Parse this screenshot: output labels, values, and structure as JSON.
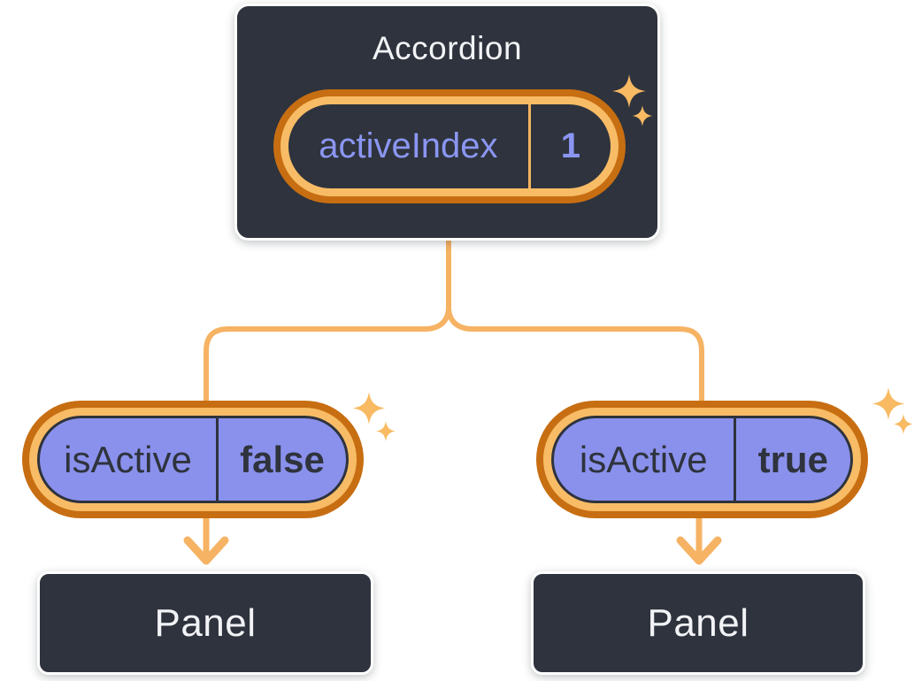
{
  "root_component": {
    "title": "Accordion",
    "state_name": "activeIndex",
    "state_value": "1"
  },
  "children": {
    "left": {
      "prop_name": "isActive",
      "prop_value": "false",
      "panel_label": "Panel"
    },
    "right": {
      "prop_name": "isActive",
      "prop_value": "true",
      "panel_label": "Panel"
    }
  },
  "icons": {
    "sparkle": "sparkle-icon"
  },
  "colors": {
    "dark_slate": "#2E333D",
    "box_border": "#FFFFFF",
    "purple_fill": "#8A91EC",
    "purple_text": "#8B96F2",
    "ring_outer_orange": "#C76E12",
    "ring_inner_orange": "#F8BC66",
    "connector_orange": "#F6B364",
    "sparkle_orange": "#F8BA62",
    "text_on_dark": "#F2F3F6",
    "text_on_purple": "#2E333D"
  }
}
